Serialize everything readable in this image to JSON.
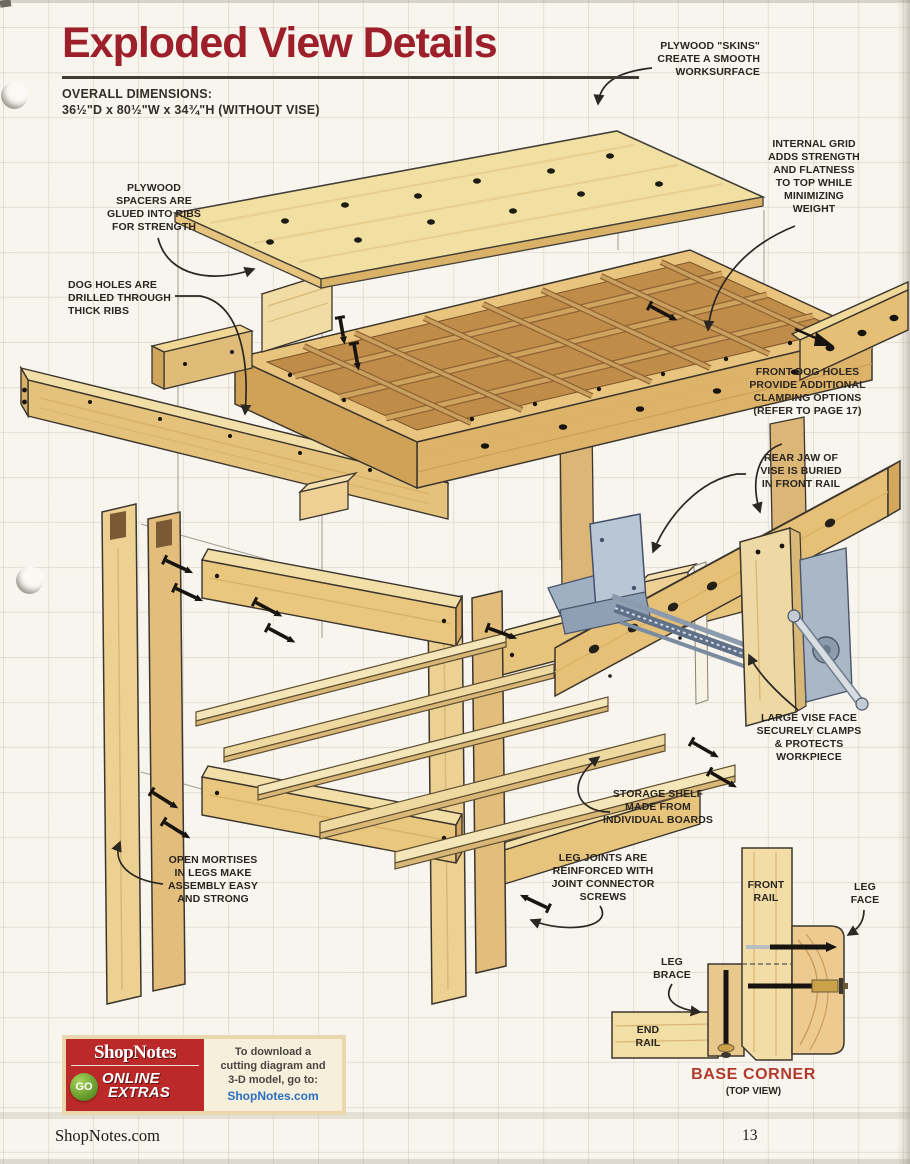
{
  "page": {
    "title": "Exploded View Details",
    "dimensions_heading": "OVERALL DIMENSIONS:",
    "dimensions_value": "36½\"D x 80½\"W x 34¾\"H (WITHOUT VISE)",
    "footer_left": "ShopNotes.com",
    "page_number": "13"
  },
  "callouts": {
    "plywood_skins": "PLYWOOD \"SKINS\"\nCREATE A SMOOTH\nWORKSURFACE",
    "internal_grid": "INTERNAL GRID\nADDS STRENGTH\nAND FLATNESS\nTO TOP WHILE\nMINIMIZING\nWEIGHT",
    "plywood_spacers": "PLYWOOD\nSPACERS ARE\nGLUED INTO RIBS\nFOR STRENGTH",
    "dog_holes": "DOG HOLES ARE\nDRILLED THROUGH\nTHICK RIBS",
    "front_dog_holes": "FRONT DOG HOLES\nPROVIDE ADDITIONAL\nCLAMPING OPTIONS\n(REFER TO PAGE 17)",
    "rear_jaw": "REAR JAW OF\nVISE IS BURIED\nIN FRONT RAIL",
    "large_vise_face": "LARGE VISE FACE\nSECURELY CLAMPS\n& PROTECTS\nWORKPIECE",
    "storage_shelf": "STORAGE SHELF\nMADE FROM\nINDIVIDUAL BOARDS",
    "open_mortises": "OPEN MORTISES\nIN LEGS MAKE\nASSEMBLY EASY\nAND STRONG",
    "leg_joints": "LEG JOINTS ARE\nREINFORCED WITH\nJOINT CONNECTOR\nSCREWS"
  },
  "inset": {
    "front_rail": "FRONT\nRAIL",
    "leg_face": "LEG\nFACE",
    "leg_brace": "LEG\nBRACE",
    "end_rail": "END\nRAIL",
    "title": "BASE CORNER",
    "subtitle": "(TOP VIEW)"
  },
  "promo": {
    "brand": "ShopNotes",
    "go_badge": "GO",
    "online": "ONLINE",
    "extras": "EXTRAS",
    "text": "To download a\ncutting diagram and\n3-D model, go to:",
    "link": "ShopNotes.com"
  },
  "colors": {
    "title_red": "#9c1f2a",
    "base_corner_red": "#b13a2c",
    "wood_light": "#f2dfa2",
    "wood_mid": "#e3bc72",
    "wood_dark": "#caa05e",
    "vise_metal": "#b9c6d6",
    "link_blue": "#2a6fc0"
  }
}
